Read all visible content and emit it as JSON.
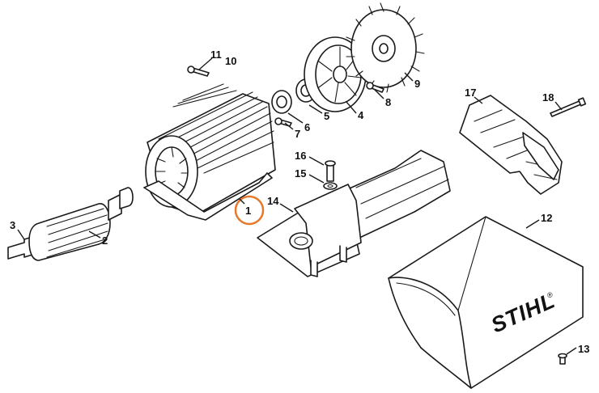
{
  "brand": {
    "logo_text": "STIHL",
    "registered_mark": "®"
  },
  "highlight_color": "#e8792b",
  "callouts": {
    "c1": "1",
    "c2": "2",
    "c3": "3",
    "c4": "4",
    "c5": "5",
    "c6": "6",
    "c7": "7",
    "c8": "8",
    "c9": "9",
    "c10": "10",
    "c11": "11",
    "c12": "12",
    "c13": "13",
    "c14": "14",
    "c15": "15",
    "c16": "16",
    "c17": "17",
    "c18": "18"
  },
  "selected_callout": "1"
}
